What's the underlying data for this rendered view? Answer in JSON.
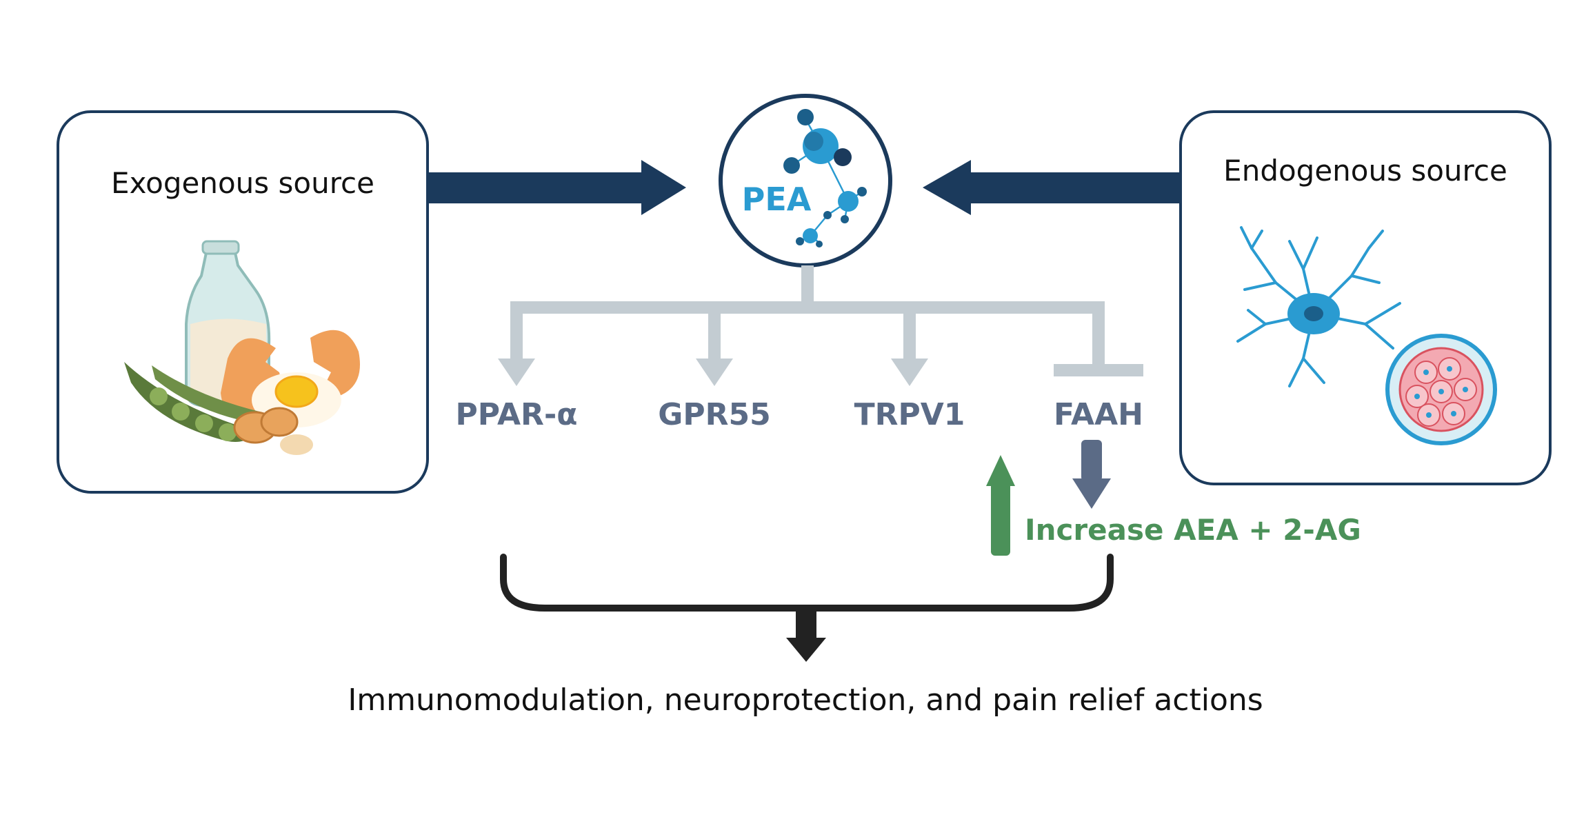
{
  "exogenous": {
    "title": "Exogenous source"
  },
  "endogenous": {
    "title": "Endogenous source"
  },
  "center": {
    "label": "PEA"
  },
  "receptors": [
    "PPAR-α",
    "GPR55",
    "TRPV1",
    "FAAH"
  ],
  "faah_effect": "Increase AEA + 2-AG",
  "outcome": "Immunomodulation, neuroprotection, and pain relief actions",
  "colors": {
    "navy": "#1b3a5c",
    "gray_arrow": "#c3ccd2",
    "receptor_text": "#5b6b86",
    "pea_blue": "#2a9bd1",
    "green": "#4b9159",
    "faah_arrow": "#5b6b86"
  }
}
